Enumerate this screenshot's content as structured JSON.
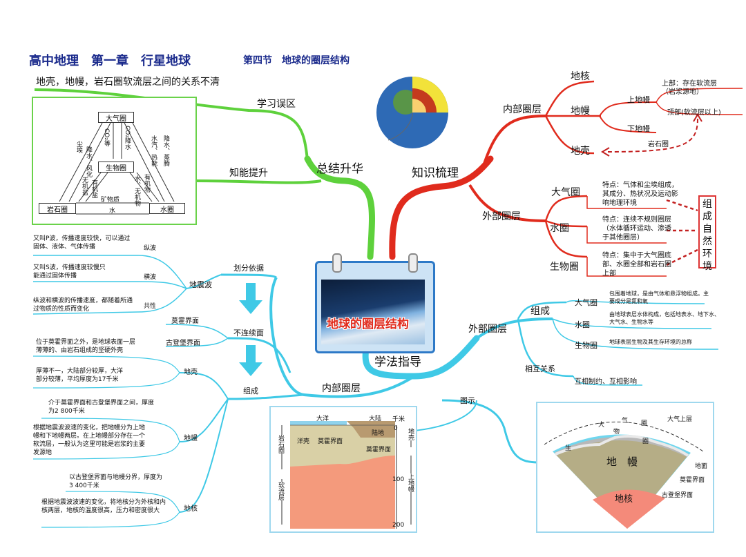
{
  "header": {
    "title": "高中地理　第一章　行星地球",
    "section": "第四节　地球的圈层结构"
  },
  "center": {
    "label": "地球的圈层结构"
  },
  "branches": {
    "summary": "总结升华",
    "knowledge": "知识梳理",
    "method": "学法指导"
  },
  "summary": {
    "mistakes_label": "学习误区",
    "mistake_text": "地壳，地幔，岩石圈软流层之间的关系不清",
    "ability_label": "知能提升",
    "cycle": {
      "atmosphere": "大气圈",
      "biosphere": "生物圈",
      "lithosphere": "岩石圈",
      "hydrosphere": "水圈",
      "co2_label": "CO₂等",
      "co2_rain": "CO₂降水",
      "rain_evap": "降水、蒸腾",
      "water_heat": "水汽、热能",
      "dust": "尘埃",
      "weather": "降水、风化",
      "organic": "有机物",
      "water_inorg": "水、无机物",
      "inorganic": "无机盐",
      "organic2": "有机盐",
      "minerals": "矿物质",
      "water": "水"
    }
  },
  "knowledge": {
    "inner_label": "内部圈层",
    "core": "地核",
    "mantle": "地幔",
    "crust": "地壳",
    "upper_mantle": "上地幔",
    "lower_mantle": "下地幔",
    "lithosphere": "岩石圈",
    "upper_part": "上部：存在软流层",
    "upper_part2": "（岩浆源地）",
    "top_part": "顶部(软流层以上)",
    "outer_label": "外部圈层",
    "atmos": "大气圈",
    "hydro": "水圈",
    "bio": "生物圈",
    "atmos_note": "特点：气体和尘埃组成，其成分、热状况及运动影响地理环境",
    "hydro_note": "特点：连续不规则圈层（水体循环运动、渗透于其他圈层）",
    "bio_note": "特点：集中于大气圈底部、水圈全部和岩石圈上部",
    "env_box": "组成自然环境"
  },
  "method": {
    "outer_label": "外部圈层",
    "compose": "组成",
    "m_atmos": "大气圈",
    "m_hydro": "水圈",
    "m_bio": "生物圈",
    "m_atmos_note": "包围着地球，是由气体和悬浮物组成。主要成分是氮和氧",
    "m_hydro_note": "由地球表层水体构成，包括地表水、地下水、大气水、生物水等",
    "m_bio_note": "地球表层生物及其生存环境的总称",
    "relation": "相互关系",
    "relation_note": "互相制约、互相影响",
    "diagram_label": "图示",
    "inner_label": "内部圈层",
    "basis": "划分依据",
    "quake": "地震波",
    "pwave": "纵波",
    "swave": "横波",
    "common": "共性",
    "pwave_note": "又叫P波，传播速度较快，可以通过固体、液体、气体传播",
    "swave_note": "又叫S波，传播速度较慢只能通过固体传播",
    "common_note": "纵波和横波的传播速度，都随着所通过物质的性质而变化",
    "discont": "不连续面",
    "moho": "莫霍界面",
    "gutenberg": "古登堡界面",
    "compose2": "组成",
    "crust": "地壳",
    "mantle": "地幔",
    "core": "地核",
    "crust_note1": "位于莫霍界面之外，是地球表面一层薄薄的、由岩石组成的坚硬外壳",
    "crust_note2": "厚薄不一，大陆部分较厚，大洋部分较薄，平均厚度为17千米",
    "mantle_note1": "介于莫霍界面和古登堡界面之间，厚度为2 800千米",
    "mantle_note2": "根据地震波波速的变化，把地幔分为上地幔和下地幔两层。在上地幔部分存在一个软流层，一般认为这里可能是岩浆的主要发源地",
    "core_note1": "以古登堡界面与地幔分界，厚度为3 400千米",
    "core_note2": "根据地震波波速的变化，将地核分为外核和内核两层，地核的温度很高，压力和密度很大"
  },
  "section_fig": {
    "ocean": "大洋",
    "continent": "大陆",
    "km": "千米",
    "land": "陆地",
    "ocean_crust": "洋壳",
    "moho": "莫霍界面",
    "moho2": "莫霍界面",
    "litho": "岩石圈",
    "astheno": "软流层",
    "crust": "地壳",
    "upper_mantle": "上地幔",
    "t0": "0",
    "t100": "100",
    "t200": "200"
  },
  "sphere_fig": {
    "atmos_top": "大气上层",
    "big": "大",
    "qi": "气",
    "quan": "圈",
    "sheng": "生",
    "wu": "物",
    "quan2": "圈",
    "mantle": "地　幔",
    "core": "地核",
    "surface": "地面",
    "moho": "莫霍界面",
    "gutenberg": "古登堡界面"
  },
  "colors": {
    "green": "#5ed13c",
    "red": "#e02b1d",
    "cyan": "#3fc9e6",
    "title": "#1a2a8c"
  }
}
